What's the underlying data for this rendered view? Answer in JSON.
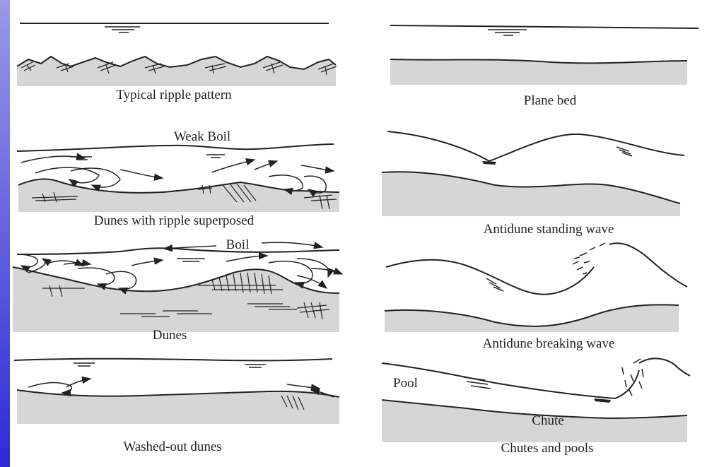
{
  "panels": [
    {
      "id": "typical-ripple-pattern",
      "caption": "Typical ripple pattern"
    },
    {
      "id": "plane-bed",
      "caption": "Plane bed"
    },
    {
      "id": "dunes-with-ripples",
      "caption": "Dunes with ripple superposed",
      "annotation": "Weak Boil"
    },
    {
      "id": "antidune-standing-wave",
      "caption": "Antidune standing wave"
    },
    {
      "id": "dunes",
      "caption": "Dunes",
      "annotation": "Boil"
    },
    {
      "id": "antidune-breaking-wave",
      "caption": "Antidune breaking wave"
    },
    {
      "id": "washed-out-dunes",
      "caption": "Washed-out dunes"
    },
    {
      "id": "chutes-and-pools",
      "caption": "Chutes and pools",
      "annotations": [
        "Pool",
        "Chute"
      ]
    }
  ],
  "colors": {
    "sediment": "#d6d6d6",
    "ink": "#222222",
    "background_gradient": [
      "#c9c9ee",
      "#b8b8ea"
    ],
    "left_bar": [
      "#9a9ae6",
      "#2b2bd8"
    ]
  }
}
